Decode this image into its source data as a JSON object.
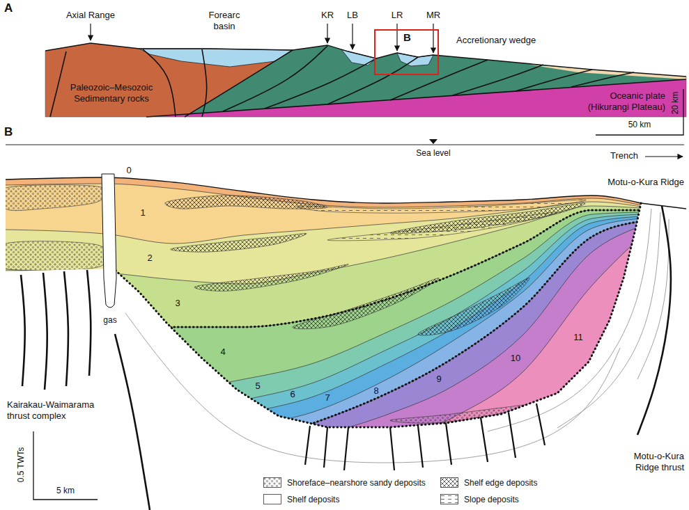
{
  "diagram": {
    "nodes": [
      {
        "text": [
          "B"
        ]
      }
    ],
    "labels": [
      "A",
      "Axial Range",
      "Forearc basin",
      "KR",
      "LB",
      "LR",
      "MR",
      "Accretionary wedge",
      "Paleozoic–Mesozoic Sedimentary rocks",
      "Oceanic plate (Hikurangi Plateau)",
      "20 km",
      "50 km",
      "B",
      "Sea level",
      "Trench",
      "0",
      "Motu-o-Kura Ridge",
      "1",
      "2",
      "gas",
      "3",
      "4",
      "5",
      "6",
      "7",
      "8",
      "9",
      "10",
      "11",
      "Kairakau-Waimarama thrust complex",
      "Motu-o-Kura Ridge thrust",
      "0.5 TWTs",
      "5 km"
    ],
    "legend": [
      {
        "text": "Shoreface–nearshore sandy deposits"
      },
      {
        "text": "Shelf deposits",
        "color": "#ffffff"
      },
      {
        "text": "Shelf edge deposits"
      },
      {
        "text": "Slope deposits"
      }
    ]
  }
}
